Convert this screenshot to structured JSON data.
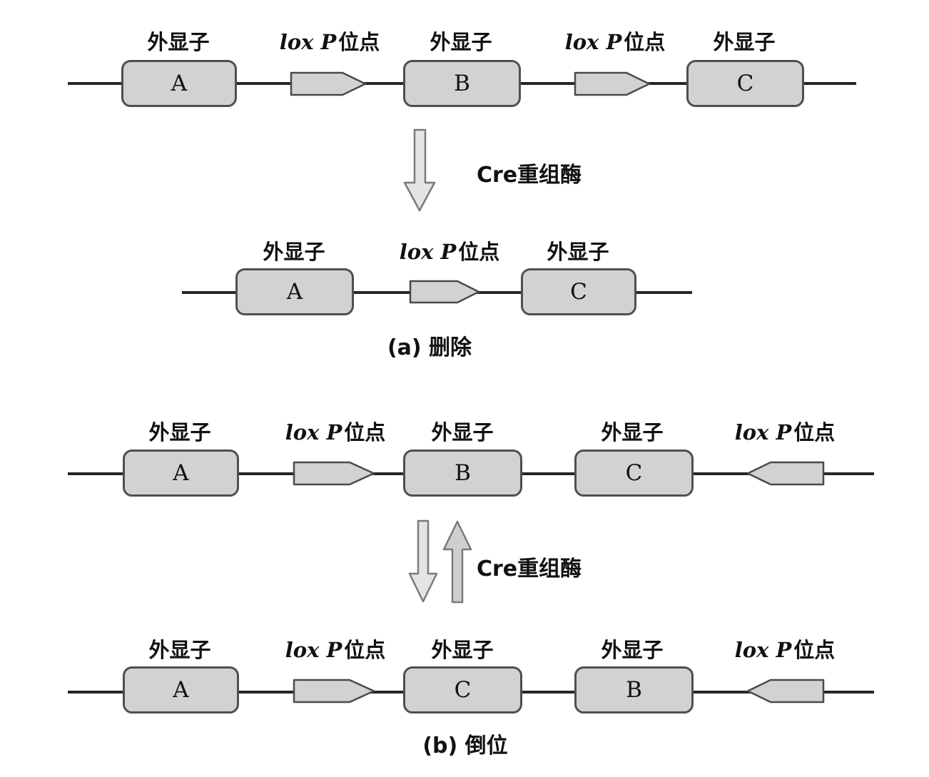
{
  "labels": {
    "exon": "外显子",
    "loxp_latin": "lox P",
    "loxp_cjk": "位点",
    "cre": "Cre重组酶"
  },
  "sections": {
    "deletion": {
      "caption": "(a) 删除",
      "before": {
        "exons": [
          "A",
          "B",
          "C"
        ]
      },
      "after": {
        "exons": [
          "A",
          "C"
        ]
      }
    },
    "inversion": {
      "caption": "(b) 倒位",
      "before": {
        "exons": [
          "A",
          "B",
          "C"
        ]
      },
      "after": {
        "exons": [
          "A",
          "C",
          "B"
        ]
      }
    }
  },
  "icons": {
    "loxp_right": "loxp-right-arrow-icon",
    "loxp_left": "loxp-left-arrow-icon",
    "down": "down-arrow-icon",
    "up": "up-arrow-icon"
  },
  "colors": {
    "background": "#ffffff",
    "box_fill": "#d2d2d2",
    "box_border": "#4f4f4f",
    "dna_line": "#262626",
    "big_arrow_fill": "#e4e4e4",
    "big_arrow_stroke": "#7a7a7a",
    "text": "#111111"
  }
}
